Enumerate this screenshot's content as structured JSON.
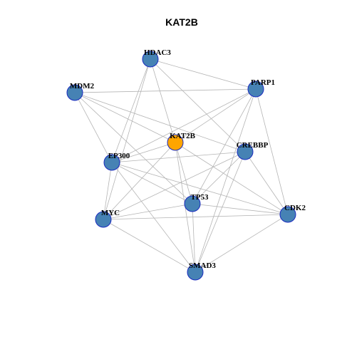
{
  "title": "KAT2B",
  "colors": {
    "focus_node": "#FFA500",
    "node": "#4682B4",
    "node_border": "#1a2bbf",
    "edge": "#b4b4b4"
  },
  "nodes": [
    {
      "id": "HDAC3",
      "label": "HDAC3",
      "focus": false
    },
    {
      "id": "PARP1",
      "label": "PARP1",
      "focus": false
    },
    {
      "id": "MDM2",
      "label": "MDM2",
      "focus": false
    },
    {
      "id": "KAT2B",
      "label": "KAT2B",
      "focus": true
    },
    {
      "id": "CREBBP",
      "label": "CREBBP",
      "focus": false
    },
    {
      "id": "EP300",
      "label": "EP300",
      "focus": false
    },
    {
      "id": "TP53",
      "label": "TP53",
      "focus": false
    },
    {
      "id": "CDK2",
      "label": "CDK2",
      "focus": false
    },
    {
      "id": "MYC",
      "label": "MYC",
      "focus": false
    },
    {
      "id": "SMAD3",
      "label": "SMAD3",
      "focus": false
    }
  ],
  "edges": [
    [
      "HDAC3",
      "PARP1"
    ],
    [
      "HDAC3",
      "KAT2B"
    ],
    [
      "HDAC3",
      "CREBBP"
    ],
    [
      "HDAC3",
      "EP300"
    ],
    [
      "HDAC3",
      "MYC"
    ],
    [
      "MDM2",
      "PARP1"
    ],
    [
      "MDM2",
      "KAT2B"
    ],
    [
      "MDM2",
      "CREBBP"
    ],
    [
      "MDM2",
      "EP300"
    ],
    [
      "MDM2",
      "TP53"
    ],
    [
      "PARP1",
      "KAT2B"
    ],
    [
      "PARP1",
      "EP300"
    ],
    [
      "PARP1",
      "TP53"
    ],
    [
      "PARP1",
      "CDK2"
    ],
    [
      "PARP1",
      "SMAD3"
    ],
    [
      "KAT2B",
      "EP300"
    ],
    [
      "KAT2B",
      "TP53"
    ],
    [
      "KAT2B",
      "MYC"
    ],
    [
      "KAT2B",
      "SMAD3"
    ],
    [
      "KAT2B",
      "CDK2"
    ],
    [
      "CREBBP",
      "EP300"
    ],
    [
      "CREBBP",
      "TP53"
    ],
    [
      "CREBBP",
      "MYC"
    ],
    [
      "CREBBP",
      "CDK2"
    ],
    [
      "CREBBP",
      "SMAD3"
    ],
    [
      "EP300",
      "TP53"
    ],
    [
      "EP300",
      "MYC"
    ],
    [
      "EP300",
      "CDK2"
    ],
    [
      "EP300",
      "SMAD3"
    ],
    [
      "TP53",
      "MYC"
    ],
    [
      "TP53",
      "CDK2"
    ],
    [
      "TP53",
      "SMAD3"
    ],
    [
      "MYC",
      "CDK2"
    ],
    [
      "MYC",
      "SMAD3"
    ],
    [
      "CDK2",
      "SMAD3"
    ]
  ]
}
